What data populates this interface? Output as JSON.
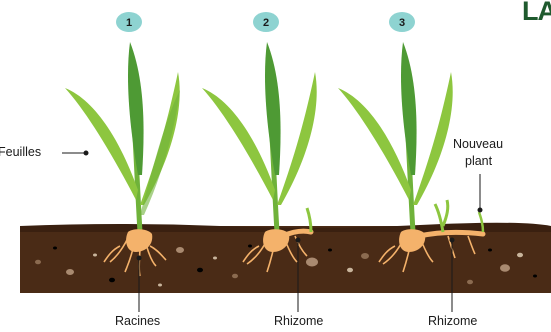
{
  "stages": [
    {
      "number": "1"
    },
    {
      "number": "2"
    },
    {
      "number": "3"
    }
  ],
  "labels": {
    "leaves": "Feuilles",
    "new_plant_line1": "Nouveau",
    "new_plant_line2": "plant",
    "roots": "Racines",
    "rhizome_1": "Rhizome",
    "rhizome_2": "Rhizome"
  },
  "corner_logo": "LA",
  "colors": {
    "badge": "#8ed3d1",
    "leaf_light": "#8dc63f",
    "leaf_dark": "#4e9a34",
    "soil": "#4a2b16",
    "rhizome": "#f4b26b"
  }
}
